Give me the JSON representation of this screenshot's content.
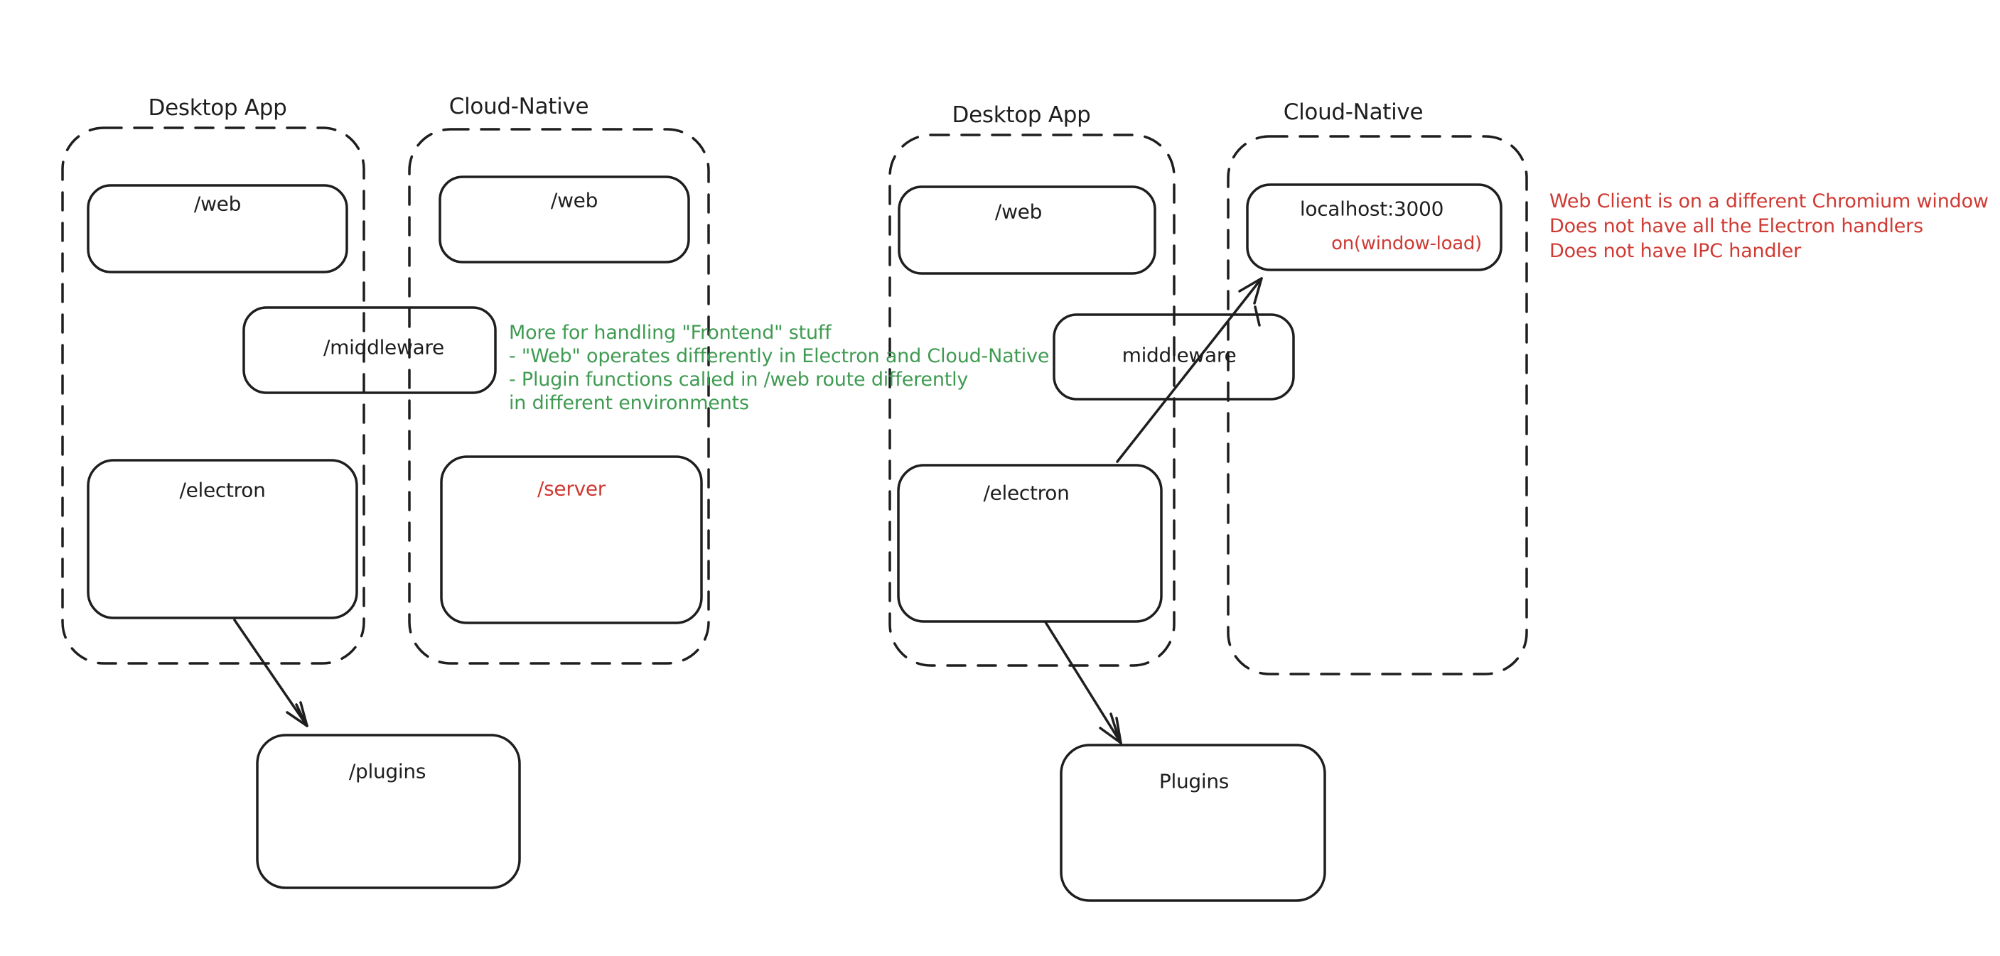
{
  "colors": {
    "stroke": "#1e1e1e",
    "red": "#cf3a33",
    "green": "#3f9b52",
    "background": "#ffffff"
  },
  "left_diagram": {
    "desktop_app": {
      "label": "Desktop App",
      "web": "/web",
      "electron": "/electron"
    },
    "cloud_native": {
      "label": "Cloud-Native",
      "web": "/web",
      "server": "/server"
    },
    "middleware": "/middleware",
    "plugins": "/plugins",
    "annotation": "More for handling \"Frontend\" stuff\n- \"Web\" operates differently in Electron and Cloud-Native\n- Plugin functions called in /web route differently\nin different environments"
  },
  "right_diagram": {
    "desktop_app": {
      "label": "Desktop App",
      "web": "/web",
      "electron": "/electron"
    },
    "cloud_native": {
      "label": "Cloud-Native",
      "localhost": "localhost:3000",
      "window_load": "on(window-load)"
    },
    "middleware": "middleware",
    "plugins": "Plugins",
    "annotation": "Web Client is on a different Chromium window\nDoes not have all the Electron handlers\nDoes not have IPC handler"
  }
}
